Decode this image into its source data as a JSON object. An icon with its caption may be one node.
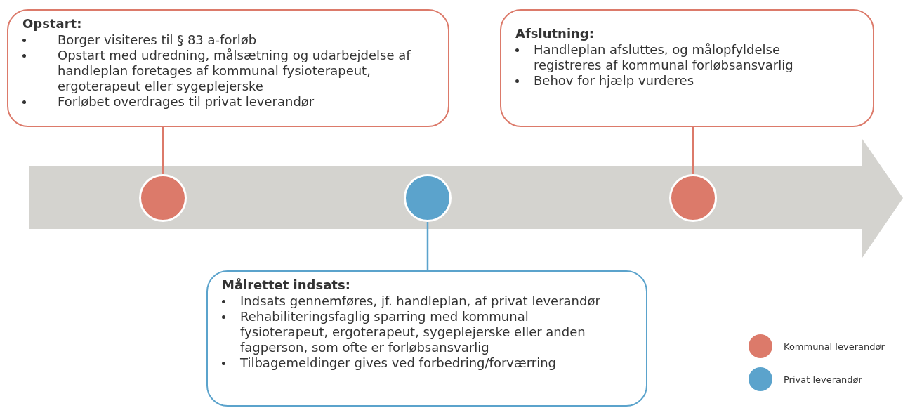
{
  "diagram": {
    "nodes": [
      {
        "text": [
          "Opstart:",
          "Borger visiteres til § 83 a-forløb",
          "Opstart med udredning, målsætning og udarbejdelse af handleplan foretages af kommunal fysioterapeut, ergoterapeut eller sygeplejerske",
          "Forløbet overdrages til privat leverandør"
        ]
      },
      {
        "text": [
          "Afslutning:",
          "Handleplan afsluttes, og målopfyldelse registreres af kommunal forløbsansvarlig",
          "Behov for hjælp vurderes"
        ]
      },
      {
        "text": [],
        "shape": "arrow"
      },
      {
        "text": [],
        "shape": "circle",
        "in": 2
      },
      {
        "text": [],
        "shape": "circle",
        "in": 2
      },
      {
        "text": [],
        "shape": "circle",
        "in": 2
      },
      {
        "text": [
          "Målrettet indsats:",
          "Indsats gennemføres, jf. handleplan, af privat leverandør",
          "Rehabiliteringsfaglig sparring med kommunal fysioterapeut, ergoterapeut, sygeplejerske eller anden fagperson, som ofte er forløbsansvarlig",
          "Tilbagemeldinger gives ved forbedring/forværring"
        ]
      }
    ],
    "edges": [
      {
        "from": 0,
        "to": 3,
        "arrow": "none"
      },
      {
        "from": 1,
        "to": 5,
        "arrow": "none"
      },
      {
        "from": 4,
        "to": 6,
        "arrow": "none",
        "color": "#5ba3cc"
      }
    ],
    "legend": [
      {
        "text": "Kommunal leverandør",
        "color": "#dc7a6a"
      },
      {
        "text": "Privat leverandør",
        "color": "#5ba3cc"
      }
    ]
  }
}
